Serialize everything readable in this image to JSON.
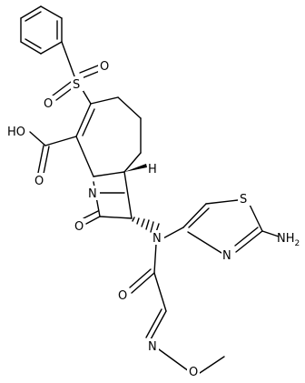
{
  "structure": {
    "atom_labels": {
      "sulfur_sulfonyl": "S",
      "oxygen_sulfonyl_left": "O",
      "oxygen_sulfonyl_right": "O",
      "carboxyl_hydroxyl": "HO",
      "carboxyl_oxygen": "O",
      "ring_nitrogen": "N",
      "bridgehead_hydrogen": "H",
      "lactam_oxygen": "O",
      "amide_nitrogen": "N",
      "thiazole_sulfur": "S",
      "thiazole_nitrogen": "N",
      "amino_group": "NH",
      "amino_subscript": "2",
      "acyl_oxygen": "O",
      "oxime_nitrogen": "N",
      "oxime_oxygen": "O"
    }
  }
}
